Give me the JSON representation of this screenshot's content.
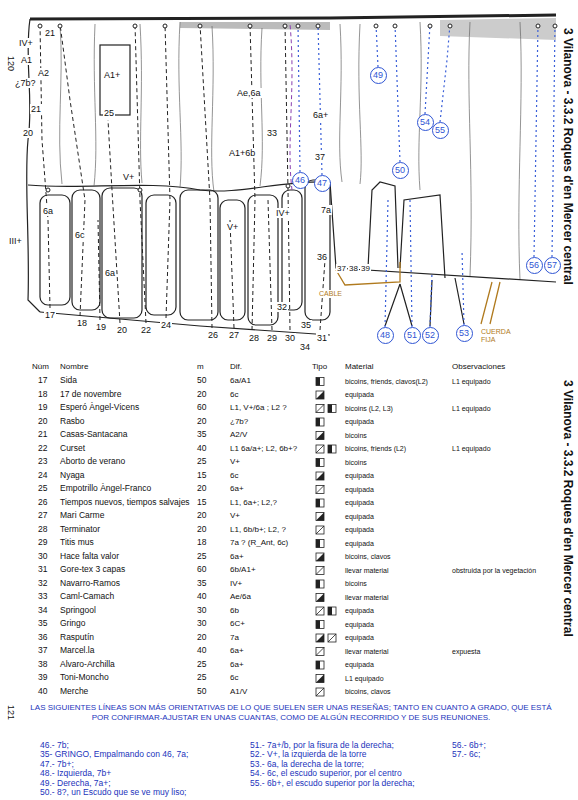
{
  "diagram": {
    "title": "3 Vilanova - 3.3.2 Roques d'en Mercer central",
    "nodes": [
      {
        "text": [
          "49"
        ]
      },
      {
        "text": [
          "54"
        ]
      },
      {
        "text": [
          "55"
        ]
      },
      {
        "text": [
          "46"
        ]
      },
      {
        "text": [
          "47"
        ]
      },
      {
        "text": [
          "50"
        ]
      },
      {
        "text": [
          "56"
        ]
      },
      {
        "text": [
          "57"
        ]
      },
      {
        "text": [
          "48"
        ]
      },
      {
        "text": [
          "51"
        ]
      },
      {
        "text": [
          "52"
        ]
      },
      {
        "text": [
          "53"
        ]
      }
    ],
    "labels": [
      "3 Vilanova - 3.3.2 Roques d'en Mercer central",
      "120",
      "121",
      "IV+",
      "21",
      "A1",
      "¿7b?",
      "A2",
      "21",
      "20",
      "A1+",
      "25",
      "V+",
      "III+",
      "6a",
      "6c",
      "6a",
      "V+",
      "IV+",
      "Ae,6a",
      "A1+6b",
      "33",
      "6a+",
      "37",
      "7a",
      "36",
      "37",
      "38",
      "39",
      "32",
      "35",
      "34",
      "17",
      "18",
      "19",
      "20",
      "22",
      "24",
      "26",
      "27",
      "28",
      "29",
      "30",
      "31",
      "CABLE",
      "CUERDA FIJA",
      "Núm",
      "Nombre",
      "m",
      "Dif.",
      "Tipo",
      "Material",
      "Observaciones",
      "17",
      "Sida",
      "50",
      "6a/A1",
      "bicoins, friends, clavos(L2)",
      "L1 equipado",
      "18",
      "17 de novembre",
      "20",
      "6c",
      "equipada",
      "19",
      "Esperó Àngel-Vicens",
      "60",
      "L1, V+/6a ; L2 ?",
      "bicoins (L2, L3)",
      "L1 equipado",
      "20",
      "Rasbo",
      "20",
      "¿7b?",
      "equipada",
      "21",
      "Casas-Santacana",
      "35",
      "A2/V",
      "bicoins",
      "22",
      "Curset",
      "40",
      "L1 6a/a+; L2, 6b+?",
      "bicoins, friends (L2)",
      "L1 equipado",
      "23",
      "Aborto de verano",
      "25",
      "V+",
      "bicoins",
      "24",
      "Nyaga",
      "15",
      "6c",
      "equipada",
      "25",
      "Empotrillo Àngel-Franco",
      "20",
      "6a+",
      "equipada",
      "26",
      "Tiempos nuevos, tiempos salvajes",
      "15",
      "L1, 6a+; L2,?",
      "equipada",
      "27",
      "Mari Carme",
      "20",
      "V+",
      "equipada",
      "28",
      "Terminator",
      "20",
      "L1, 6b/b+; L2, ?",
      "equipada",
      "29",
      "Titis mus",
      "18",
      "7a ? (R_Ant, 6c)",
      "equipada",
      "30",
      "Hace falta valor",
      "25",
      "6a+",
      "bicoins, clavos",
      "31",
      "Gore-tex 3 capas",
      "60",
      "6b/A1+",
      "llevar material",
      "obstruida por la vegetación",
      "32",
      "Navarro-Ramos",
      "35",
      "IV+",
      "bicoins",
      "33",
      "Caml-Camach",
      "40",
      "Ae/6a",
      "llevar material",
      "34",
      "Springool",
      "30",
      "6b",
      "equipada",
      "35",
      "Gringo",
      "30",
      "6C+",
      "equipada",
      "36",
      "Rasputín",
      "20",
      "7a",
      "equipada",
      "37",
      "Marcel.la",
      "40",
      "6a+",
      "llevar material",
      "expuesta",
      "38",
      "Alvaro-Archilla",
      "25",
      "6a+",
      "equipada",
      "39",
      "Toni-Moncho",
      "25",
      "6c",
      "L1 equipado",
      "40",
      "Merche",
      "50",
      "A1/V",
      "bicoins, clavos",
      "LAS SIGUIENTES LÍNEAS SON MÁS ORIENTATIVAS DE LO QUE SUELEN SER UNAS RESEÑAS; TANTO EN CUANTO A GRADO, QUE ESTÁ POR CONFIRMAR-AJUSTAR EN UNAS CUANTAS, COMO DE ALGÚN RECORRIDO Y DE SUS REUNIONES.",
      "46.- 7b;",
      "35- GRINGO, Empalmando con 46, 7a;",
      "47.- 7b+;",
      "48.- Izquierda, 7b+",
      "49.- Derecha, 7a+;",
      "50.- 8?, un Escudo que se ve muy liso;",
      "51.- 7a+/b, por la fisura de la derecha;",
      "52.- V+, la izquierda de la torre",
      "53.- 6a, la derecha de la torre;",
      "54.- 6c, el escudo superior, por el centro",
      "55.- 6b+, el escudo superior por la derecha;",
      "56.- 6b+;",
      "57.- 6c;"
    ]
  }
}
